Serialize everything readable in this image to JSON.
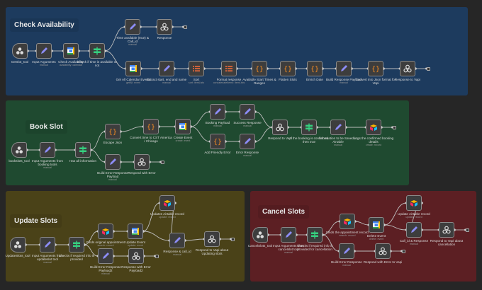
{
  "colors": {
    "check": "#1d3b5e",
    "book": "#1f4a30",
    "update": "#4a4218",
    "cancel": "#5c1f23",
    "node": "#3d3d3d"
  },
  "sections": [
    {
      "id": "check",
      "title": "Check Availability",
      "nodes": [
        {
          "id": "c1",
          "label": "Getslot_tool",
          "icon": "trigger-icon"
        },
        {
          "id": "c2",
          "label": "Input Arguments",
          "sub": "manual",
          "icon": "pencil-icon"
        },
        {
          "id": "c3",
          "label": "Check Availability",
          "sub": "availability: calendar",
          "icon": "google-calendar-icon"
        },
        {
          "id": "c4",
          "label": "Check if time is available or not",
          "icon": "if-icon"
        },
        {
          "id": "c5",
          "label": "Time available (true) & Call_id",
          "sub": "manual",
          "icon": "pencil-icon"
        },
        {
          "id": "c6",
          "label": "Response",
          "icon": "respond-icon"
        },
        {
          "id": "c7",
          "label": "Get All Calendar Events",
          "sub": "getAll: event",
          "icon": "google-calendar-icon"
        },
        {
          "id": "c8",
          "label": "Extract start, end and name",
          "sub": "manual",
          "icon": "pencil-icon"
        },
        {
          "id": "c9",
          "label": "Sort",
          "sub": "sort: itemLists",
          "icon": "list-icon"
        },
        {
          "id": "c10",
          "label": "Format response",
          "sub": "concatenateItems: itemLists",
          "icon": "list-icon"
        },
        {
          "id": "c11",
          "label": "Available Start Times & Ranges",
          "icon": "code-icon"
        },
        {
          "id": "c12",
          "label": "Flatten Slots",
          "icon": "code-icon"
        },
        {
          "id": "c13",
          "label": "Enrich Date",
          "icon": "code-icon"
        },
        {
          "id": "c14",
          "label": "Build Response Payload",
          "sub": "manual",
          "icon": "pencil-icon"
        },
        {
          "id": "c15",
          "label": "Convert into Json format for Vapi",
          "icon": "code-icon"
        },
        {
          "id": "c16",
          "label": "Response to Vapi",
          "icon": "respond-icon"
        }
      ],
      "edges": [
        [
          "c1",
          "c2"
        ],
        [
          "c2",
          "c3"
        ],
        [
          "c3",
          "c4"
        ],
        [
          "c4",
          "c5"
        ],
        [
          "c5",
          "c6"
        ],
        [
          "c6",
          "end"
        ],
        [
          "c4",
          "c7"
        ],
        [
          "c7",
          "c8"
        ],
        [
          "c8",
          "c9"
        ],
        [
          "c9",
          "c10"
        ],
        [
          "c10",
          "c11"
        ],
        [
          "c11",
          "c12"
        ],
        [
          "c12",
          "c13"
        ],
        [
          "c13",
          "c14"
        ],
        [
          "c14",
          "c15"
        ],
        [
          "c15",
          "c16"
        ],
        [
          "c16",
          "end"
        ]
      ]
    },
    {
      "id": "book",
      "title": "Book Slot",
      "nodes": [
        {
          "id": "b1",
          "label": "bookslots_tool",
          "icon": "trigger-icon"
        },
        {
          "id": "b2",
          "label": "Input Arguments from booking tools",
          "sub": "manual",
          "icon": "pencil-icon"
        },
        {
          "id": "b3",
          "label": "Has all information",
          "icon": "if-icon"
        },
        {
          "id": "b4",
          "label": "Escape Json",
          "icon": "code-icon"
        },
        {
          "id": "b5",
          "label": "Convert time to CST America / Chicago",
          "icon": "code-icon"
        },
        {
          "id": "b6",
          "label": "Create Event",
          "sub": "create: event",
          "icon": "google-calendar-icon"
        },
        {
          "id": "b7",
          "label": "Booking Payload",
          "sub": "manual",
          "icon": "pencil-icon"
        },
        {
          "id": "b8",
          "label": "Success Response",
          "sub": "manual",
          "icon": "pencil-icon"
        },
        {
          "id": "b9",
          "label": "Add Friendly Error",
          "icon": "code-icon"
        },
        {
          "id": "b10",
          "label": "Error Response",
          "sub": "manual",
          "icon": "pencil-icon"
        },
        {
          "id": "b11",
          "label": "Respond to Vapi",
          "icon": "respond-icon"
        },
        {
          "id": "b12",
          "label": "If the booking is confirmed then true",
          "icon": "if-icon"
        },
        {
          "id": "b13",
          "label": "Information to be Saved in Airtable",
          "sub": "manual",
          "icon": "pencil-icon"
        },
        {
          "id": "b14",
          "label": "Logs the confirmed booking details",
          "sub": "create: record",
          "icon": "airtable-icon"
        },
        {
          "id": "b15",
          "label": "Build Error Response Payload",
          "sub": "manual",
          "icon": "pencil-icon"
        },
        {
          "id": "b16",
          "label": "Respond with Error",
          "icon": "respond-icon"
        }
      ],
      "edges": [
        [
          "b1",
          "b2"
        ],
        [
          "b2",
          "b3"
        ],
        [
          "b3",
          "b4"
        ],
        [
          "b4",
          "b5"
        ],
        [
          "b5",
          "b6"
        ],
        [
          "b6",
          "b7"
        ],
        [
          "b7",
          "b8"
        ],
        [
          "b6",
          "b9"
        ],
        [
          "b9",
          "b10"
        ],
        [
          "b8",
          "b11"
        ],
        [
          "b10",
          "b11"
        ],
        [
          "b11",
          "b12"
        ],
        [
          "b12",
          "b13"
        ],
        [
          "b13",
          "b14"
        ],
        [
          "b14",
          "end"
        ],
        [
          "b3",
          "b15"
        ],
        [
          "b15",
          "b16"
        ],
        [
          "b16",
          "end"
        ]
      ]
    },
    {
      "id": "update",
      "title": "Update Slots",
      "nodes": [
        {
          "id": "u1",
          "label": "UpdateSlots_tool",
          "icon": "trigger-icon"
        },
        {
          "id": "u2",
          "label": "Input Arguments from updateslot tool",
          "sub": "manual",
          "icon": "pencil-icon"
        },
        {
          "id": "u3",
          "label": "Checks if required info is provided",
          "icon": "if-icon"
        },
        {
          "id": "u4",
          "label": "Finds original appointment",
          "sub": "search: record",
          "icon": "airtable-icon"
        },
        {
          "id": "u5",
          "label": "Update Event",
          "sub": "update: event",
          "icon": "google-calendar-icon"
        },
        {
          "id": "u6",
          "label": "Updates Airtable record",
          "sub": "update: record",
          "icon": "airtable-icon"
        },
        {
          "id": "u7",
          "label": "Response & call_id",
          "sub": "manual",
          "icon": "pencil-icon"
        },
        {
          "id": "u8",
          "label": "Respond to Vapi about Updating slots",
          "icon": "respond-icon"
        },
        {
          "id": "u9",
          "label": "Build Error Response Payload2",
          "sub": "manual",
          "icon": "pencil-icon"
        },
        {
          "id": "u10",
          "label": "Response with Error Payload2",
          "icon": "respond-icon"
        }
      ],
      "edges": [
        [
          "u1",
          "u2"
        ],
        [
          "u2",
          "u3"
        ],
        [
          "u3",
          "u4"
        ],
        [
          "u4",
          "u5"
        ],
        [
          "u5",
          "u6"
        ],
        [
          "u5",
          "u7"
        ],
        [
          "u6",
          "u7"
        ],
        [
          "u7",
          "u8"
        ],
        [
          "u8",
          "end"
        ],
        [
          "u3",
          "u9"
        ],
        [
          "u9",
          "u10"
        ],
        [
          "u10",
          "end"
        ]
      ]
    },
    {
      "id": "cancel",
      "title": "Cancel Slots",
      "nodes": [
        {
          "id": "x1",
          "label": "CancelSlots_tool",
          "icon": "trigger-icon"
        },
        {
          "id": "x2",
          "label": "Input Arguments from cancelslot tool",
          "sub": "manual",
          "icon": "pencil-icon"
        },
        {
          "id": "x3",
          "label": "Checks if required info is provided for cancellation",
          "icon": "if-icon"
        },
        {
          "id": "x4",
          "label": "Finds the appointment record",
          "sub": "search: record",
          "icon": "airtable-icon"
        },
        {
          "id": "x5",
          "label": "Delete Event",
          "sub": "delete: event",
          "icon": "google-calendar-icon"
        },
        {
          "id": "x6",
          "label": "Update Airtable record",
          "sub": "update: record",
          "icon": "airtable-icon"
        },
        {
          "id": "x7",
          "label": "Call_id & Response",
          "sub": "manual",
          "icon": "pencil-icon"
        },
        {
          "id": "x8",
          "label": "Respond to Vapi about cancellation",
          "icon": "respond-icon"
        },
        {
          "id": "x9",
          "label": "Build Error Response",
          "sub": "manual",
          "icon": "pencil-icon"
        },
        {
          "id": "x10",
          "label": "Respond with Error to Vapi",
          "icon": "respond-icon"
        }
      ],
      "edges": [
        [
          "x1",
          "x2"
        ],
        [
          "x2",
          "x3"
        ],
        [
          "x3",
          "x4"
        ],
        [
          "x4",
          "x5"
        ],
        [
          "x5",
          "x6"
        ],
        [
          "x5",
          "x7"
        ],
        [
          "x6",
          "x7"
        ],
        [
          "x7",
          "x8"
        ],
        [
          "x8",
          "end"
        ],
        [
          "x3",
          "x9"
        ],
        [
          "x9",
          "x10"
        ],
        [
          "x10",
          "end"
        ]
      ]
    }
  ]
}
